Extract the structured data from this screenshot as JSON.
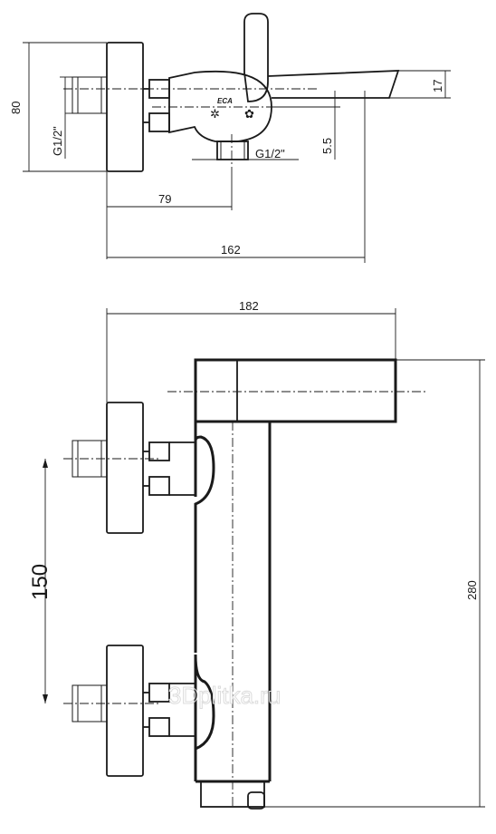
{
  "top_view": {
    "dim_height": "80",
    "dim_inlet_thread": "G1/2\"",
    "dim_outlet_thread": "G1/2\"",
    "dim_outlet_offset": "5.5",
    "dim_spout_height": "17",
    "dim_centre_depth": "79",
    "dim_total_depth": "162"
  },
  "front_view": {
    "dim_width": "182",
    "dim_centres": "150",
    "dim_total_height": "280"
  },
  "brand_logo": "ECA",
  "watermark": "3Dplitka.ru"
}
